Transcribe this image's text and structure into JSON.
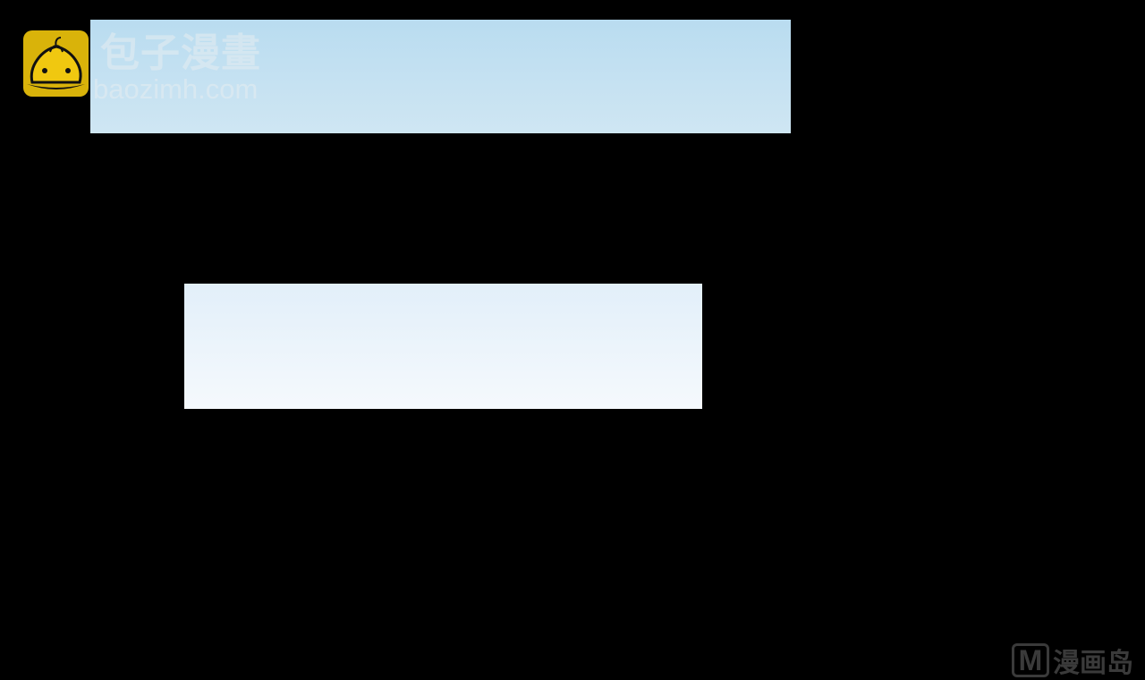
{
  "watermark_top": {
    "logo_icon": "steamed-bun-icon",
    "name": "包子漫畫",
    "url": "baozimh.com",
    "logo_color": "#d9b30a"
  },
  "watermark_bottom": {
    "mark": "M",
    "name": "漫画岛"
  },
  "panels": [
    {
      "color": "#b9dcf0"
    },
    {
      "color": "#e2eff9"
    }
  ]
}
